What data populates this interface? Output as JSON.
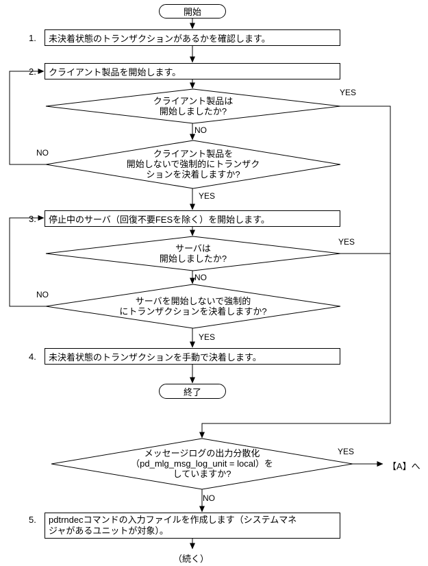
{
  "colors": {
    "stroke": "#000000",
    "background": "#ffffff"
  },
  "flow": {
    "start": "開始",
    "end": "終了",
    "continued": "（続く）",
    "goto_a": "【A】へ",
    "steps": [
      {
        "num": "1.",
        "lines": [
          "未決着状態のトランザクションがあるかを確認します。"
        ]
      },
      {
        "num": "2.",
        "lines": [
          "クライアント製品を開始します。"
        ]
      },
      {
        "num": "3.",
        "lines": [
          "停止中のサーバ（回復不要FESを除く）を開始します。"
        ]
      },
      {
        "num": "4.",
        "lines": [
          "未決着状態のトランザクションを手動で決着します。"
        ]
      },
      {
        "num": "5.",
        "lines": [
          "pdtrndecコマンドの入力ファイルを作成します（システムマネ",
          "ジャがあるユニットが対象）。"
        ]
      }
    ],
    "decisions": [
      {
        "lines": [
          "クライアント製品は",
          "開始しましたか?"
        ],
        "yes": "YES",
        "no": "NO"
      },
      {
        "lines": [
          "クライアント製品を",
          "開始しないで強制的にトランザク",
          "ションを決着しますか?"
        ],
        "yes": "YES",
        "no": "NO"
      },
      {
        "lines": [
          "サーバは",
          "開始しましたか?"
        ],
        "yes": "YES",
        "no": "NO"
      },
      {
        "lines": [
          "サーバを開始しないで強制的",
          "にトランザクションを決着しますか?"
        ],
        "yes": "YES",
        "no": "NO"
      },
      {
        "lines": [
          "メッセージログの出力分散化",
          "（pd_mlg_msg_log_unit = local）を",
          "していますか?"
        ],
        "yes": "YES",
        "no": "NO"
      }
    ]
  }
}
